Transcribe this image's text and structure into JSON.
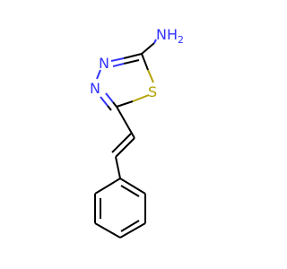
{
  "molecule": {
    "atoms": {
      "amine": "NH",
      "amine_subscript": "2",
      "ring_n_upper": "N",
      "ring_n_lower": "N",
      "ring_s": "S"
    },
    "colors": {
      "nitrogen": "#3333ff",
      "sulfur": "#b3a100",
      "carbon_bond": "#000000",
      "background": "#ffffff"
    }
  }
}
